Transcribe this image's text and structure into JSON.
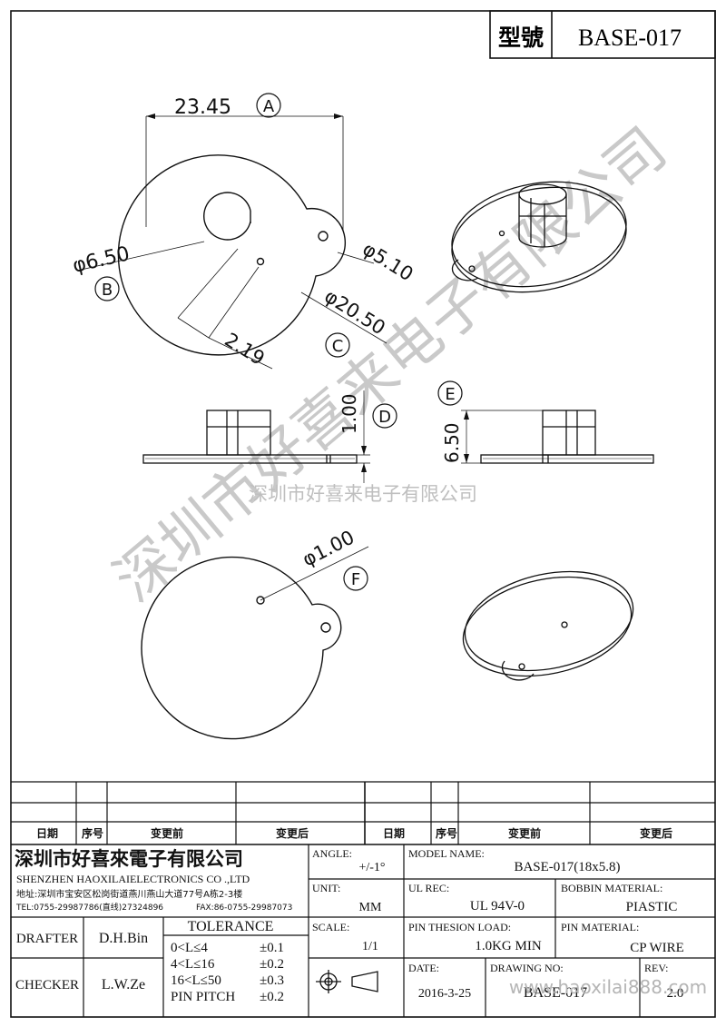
{
  "title_block": {
    "model_label": "型號",
    "model_value": "BASE-017"
  },
  "dimensions": {
    "a_value": "23.45",
    "a_tag": "A",
    "b_value": "φ6.50",
    "b_tag": "B",
    "c_value": "φ20.50",
    "c_tag": "C",
    "lobe_value": "φ5.10",
    "gap_value": "2.19",
    "d_value": "1.00",
    "d_tag": "D",
    "e_value": "6.50",
    "e_tag": "E",
    "f_value": "φ1.00",
    "f_tag": "F"
  },
  "watermark": {
    "big": "深圳市好喜来电子有限公司",
    "line": "深圳市好喜来电子有限公司",
    "bottom": "www.haoxilai888.com"
  },
  "revision_table": {
    "headers": [
      "日期",
      "序号",
      "变更前",
      "变更后",
      "日期",
      "序号",
      "变更前",
      "变更后"
    ]
  },
  "company": {
    "name_cn": "深圳市好喜來電子有限公司",
    "name_en": "SHENZHEN HAOXILAIELECTRONICS CO .,LTD",
    "address": "地址:深圳市宝安区松岗街道燕川燕山大道77号A栋2-3楼",
    "tel": "TEL:0755-29987786(直线)27324896",
    "fax": "FAX:86-0755-29987073"
  },
  "people": {
    "drafter_label": "DRAFTER",
    "drafter_value": "D.H.Bin",
    "checker_label": "CHECKER",
    "checker_value": "L.W.Ze"
  },
  "tolerance": {
    "title": "TOLERANCE",
    "rows": [
      {
        "range": "0<L≤4",
        "value": "±0.1"
      },
      {
        "range": "4<L≤16",
        "value": "±0.2"
      },
      {
        "range": "16<L≤50",
        "value": "±0.3"
      },
      {
        "range": "PIN PITCH",
        "value": "±0.2"
      }
    ]
  },
  "specs": {
    "angle_label": "ANGLE:",
    "angle_value": "+/-1°",
    "unit_label": "UNIT:",
    "unit_value": "MM",
    "scale_label": "SCALE:",
    "scale_value": "1/1",
    "model_name_label": "MODEL NAME:",
    "model_name_value": "BASE-017(18x5.8)",
    "ul_label": "UL REC:",
    "ul_value": "UL 94V-0",
    "bobbin_label": "BOBBIN MATERIAL:",
    "bobbin_value": "PIASTIC",
    "pin_load_label": "PIN THESION LOAD:",
    "pin_load_value": "1.0KG MIN",
    "pin_material_label": "PIN MATERIAL:",
    "pin_material_value": "CP  WIRE",
    "date_label": "DATE:",
    "date_value": "2016-3-25",
    "drawing_no_label": "DRAWING NO:",
    "drawing_no_value": "BASE-017",
    "rev_label": "REV:",
    "rev_value": "2.0"
  }
}
